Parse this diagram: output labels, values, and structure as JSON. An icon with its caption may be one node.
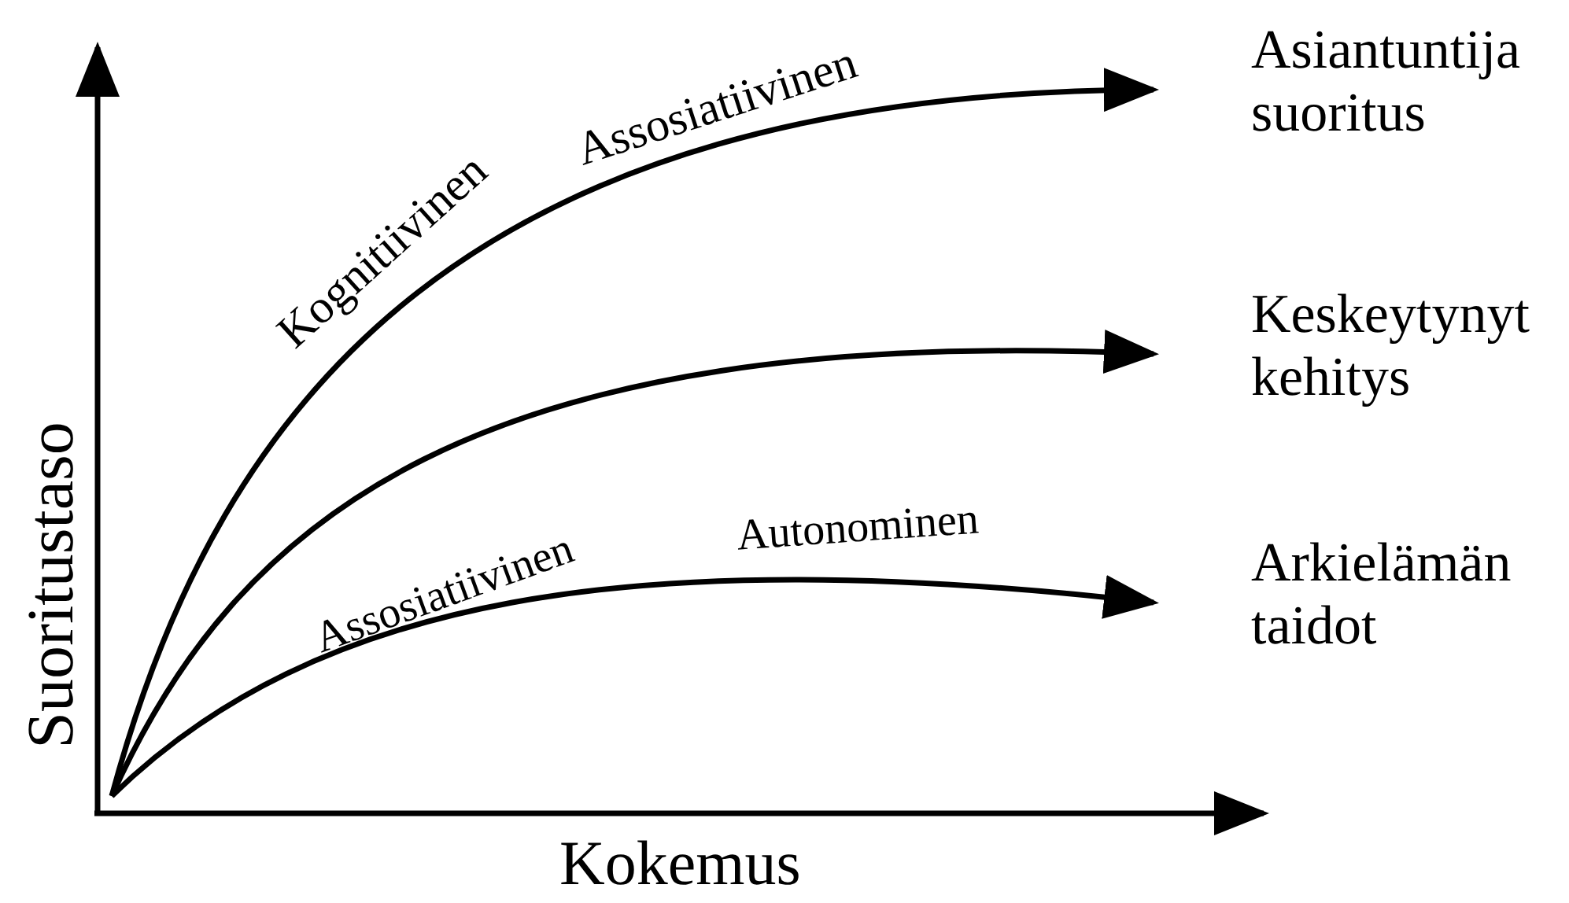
{
  "diagram": {
    "nodes": [
      {
        "text": [
          "Asiantuntija suoritus"
        ]
      },
      {
        "text": [
          "Keskeytynyt kehitys"
        ]
      },
      {
        "text": [
          "Arkielämän taidot"
        ]
      }
    ],
    "edges": [
      {
        "from": null,
        "to": 0,
        "arrow": "to"
      },
      {
        "from": null,
        "to": 1,
        "arrow": "to"
      },
      {
        "from": null,
        "to": 2,
        "arrow": "to"
      }
    ],
    "labels": [
      "Kognitiivinen",
      "Assosiatiivinen",
      "Assosiatiivinen",
      "Autonominen",
      "Suoritustaso",
      "Kokemus"
    ]
  }
}
